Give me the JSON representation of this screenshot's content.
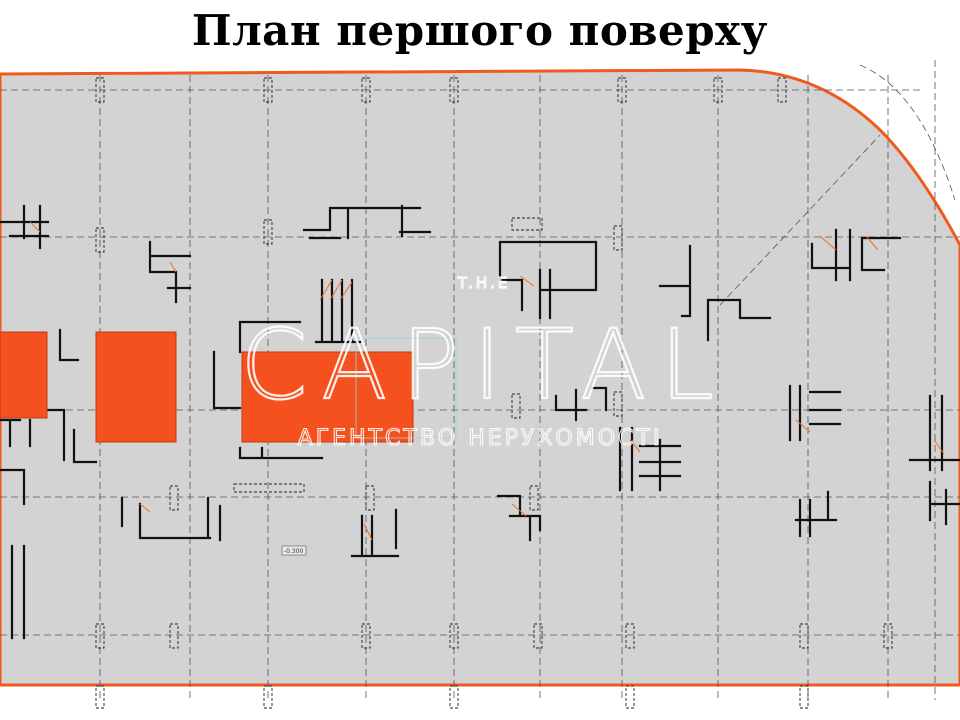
{
  "title": "План першого поверху",
  "watermark": {
    "line1": "T.H.E",
    "line2": "CAPITAL",
    "line3": "АГЕНТСТВО НЕРУХОМОСТІ"
  },
  "colors": {
    "floor": "#d3d3d3",
    "outline": "#ef5a1f",
    "highlight": "#f4511e",
    "structure": "#111111"
  },
  "level_label": "-0.300"
}
